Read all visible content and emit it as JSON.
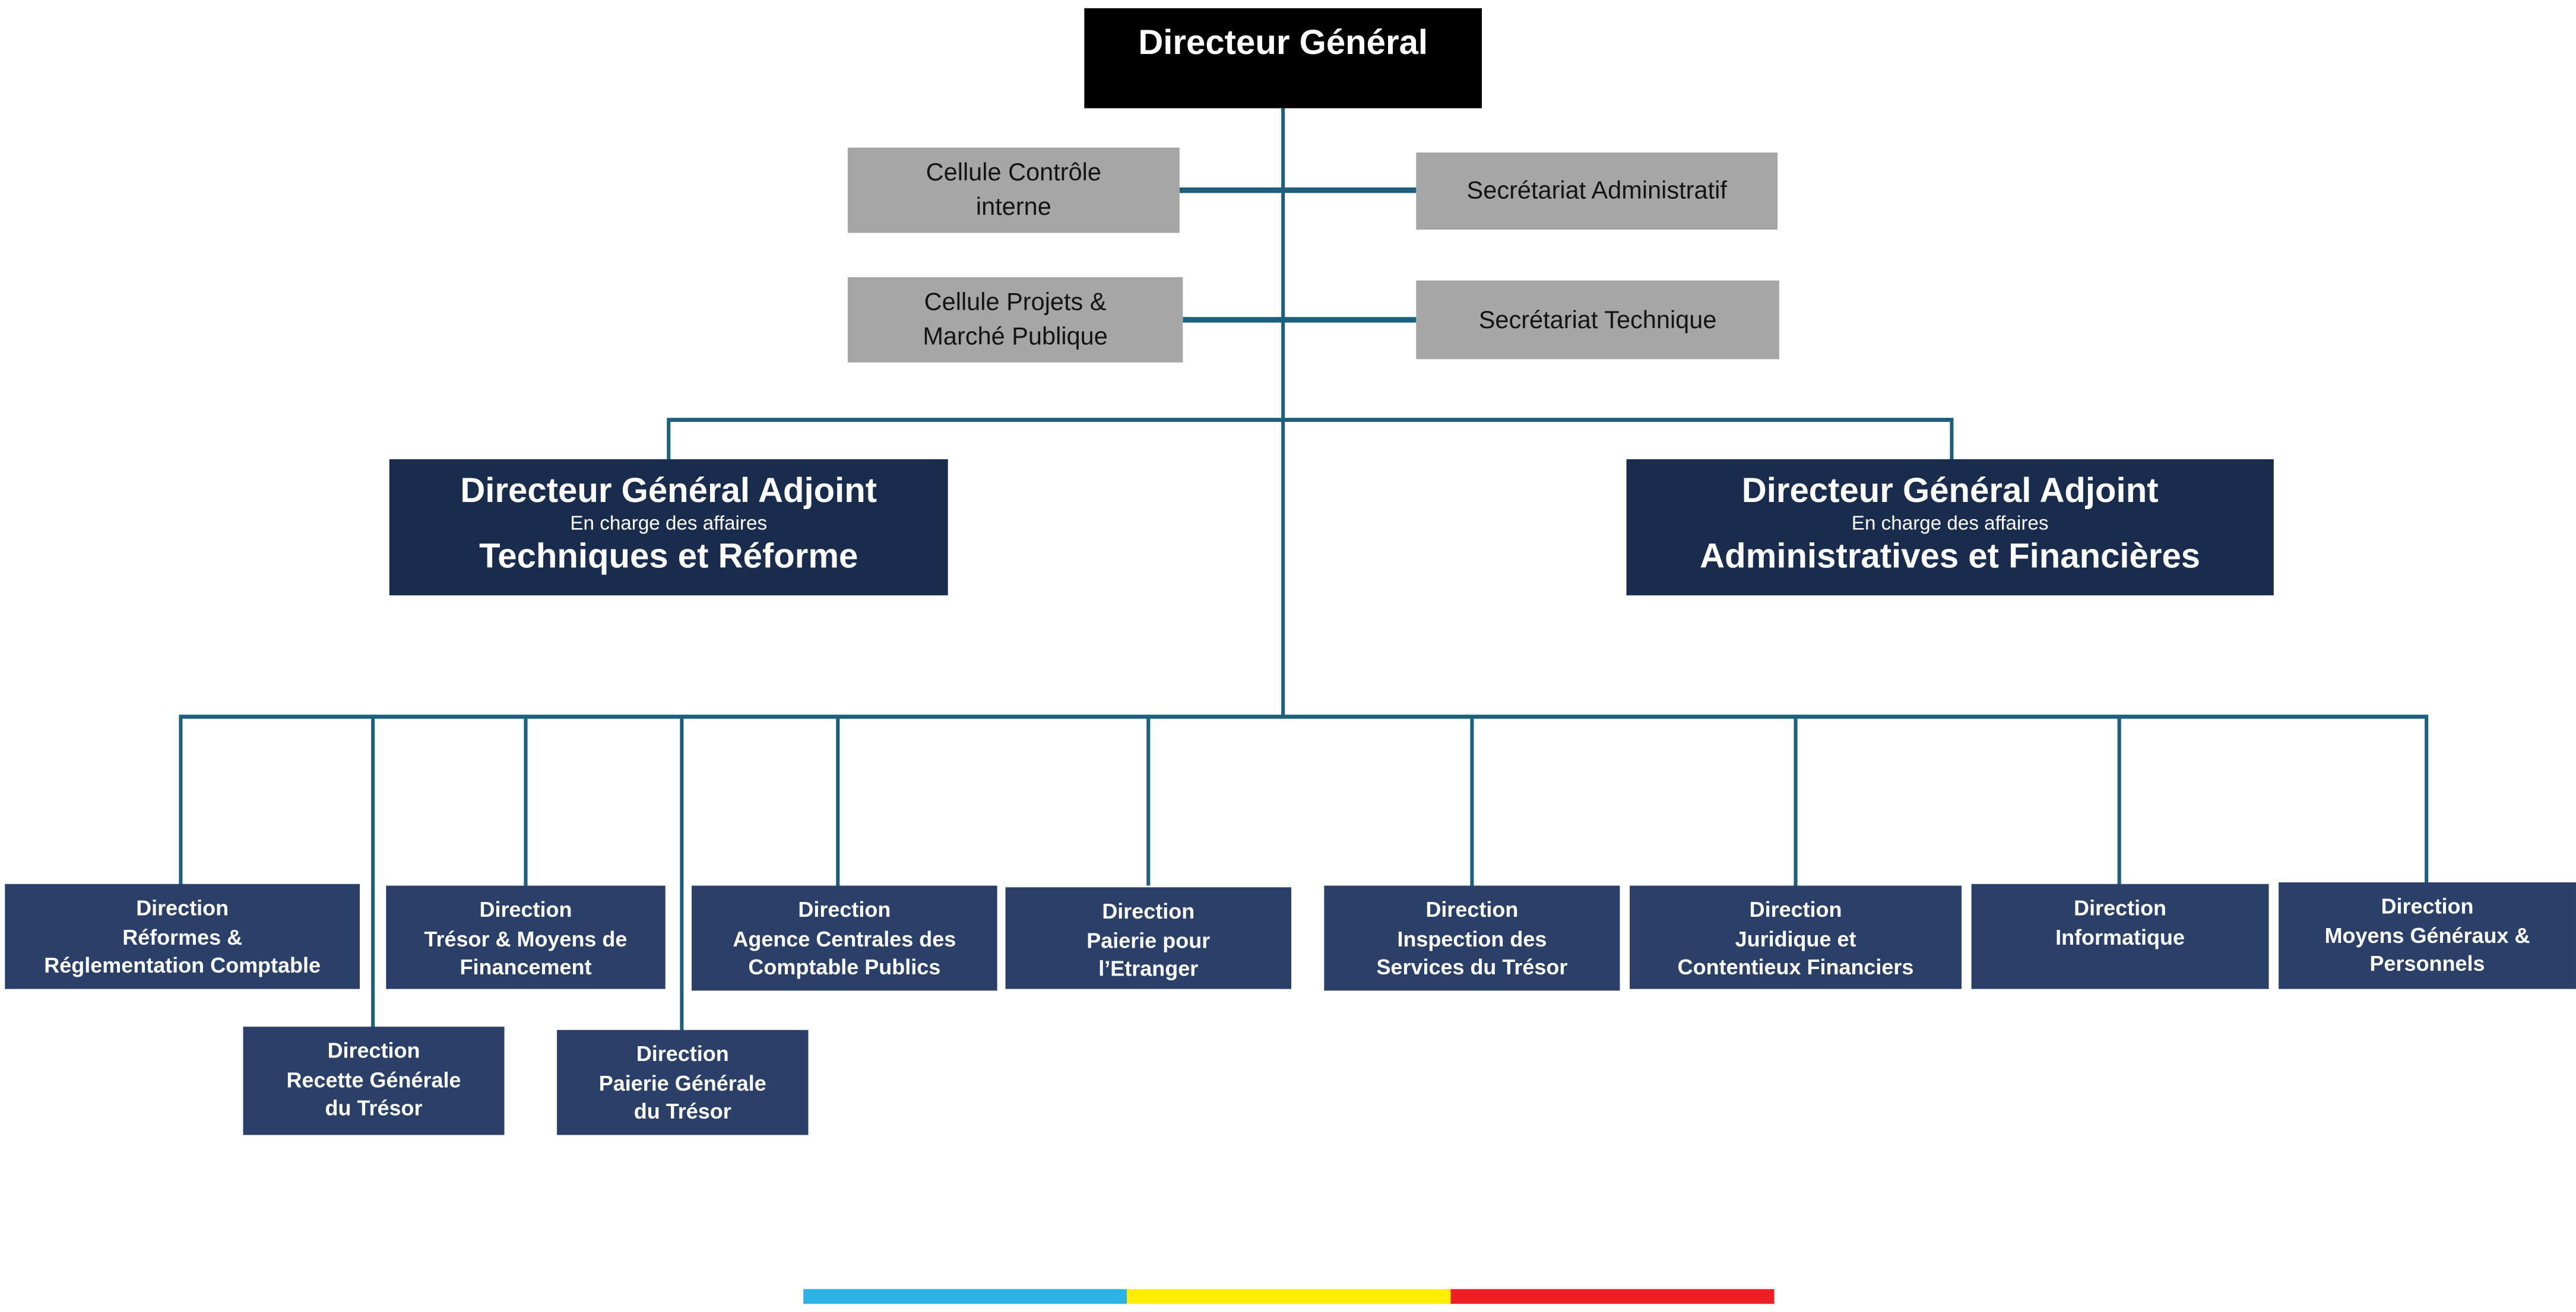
{
  "org": {
    "root_label": "Directeur Général",
    "cells": {
      "controle": {
        "lines": [
          "Cellule Contrôle",
          "interne"
        ]
      },
      "secretariat_admin": {
        "lines": [
          "Secrétariat Administratif"
        ]
      },
      "projets": {
        "lines": [
          "Cellule Projets &",
          "Marché Publique"
        ]
      },
      "secretariat_tech": {
        "lines": [
          "Secrétariat Technique"
        ]
      }
    },
    "adjoints": [
      {
        "title": "Directeur Général Adjoint",
        "subtitle": "En charge des affaires",
        "scope": "Techniques et Réforme"
      },
      {
        "title": "Directeur Général Adjoint",
        "subtitle": "En charge des affaires",
        "scope": "Administratives et Financières"
      }
    ],
    "directions": [
      {
        "lines": [
          "Direction",
          "Réformes &",
          "Réglementation Comptable"
        ]
      },
      {
        "lines": [
          "Direction",
          "Trésor & Moyens de",
          "Financement"
        ]
      },
      {
        "lines": [
          "Direction",
          "Agence Centrales des",
          "Comptable Publics"
        ]
      },
      {
        "lines": [
          "Direction",
          "Paierie pour",
          "l’Etranger"
        ]
      },
      {
        "lines": [
          "Direction",
          "Inspection des",
          "Services du Trésor"
        ]
      },
      {
        "lines": [
          "Direction",
          "Juridique et",
          "Contentieux Financiers"
        ]
      },
      {
        "lines": [
          "Direction",
          "Informatique"
        ]
      },
      {
        "lines": [
          "Direction",
          "Moyens Généraux &",
          "Personnels"
        ]
      }
    ],
    "sub_directions": [
      {
        "lines": [
          "Direction",
          "Recette Générale",
          "du Trésor"
        ]
      },
      {
        "lines": [
          "Direction",
          "Paierie Générale",
          "du Trésor"
        ]
      }
    ]
  },
  "colors": {
    "root_bg": "#000000",
    "cell_bg": "#A6A6A6",
    "adjoint_bg": "#1A2C4E",
    "direction_bg": "#2A4068",
    "line": "#1E5F7E",
    "stripe_blue": "#2CB3E6",
    "stripe_yellow": "#FFEE00",
    "stripe_red": "#EC2024"
  }
}
